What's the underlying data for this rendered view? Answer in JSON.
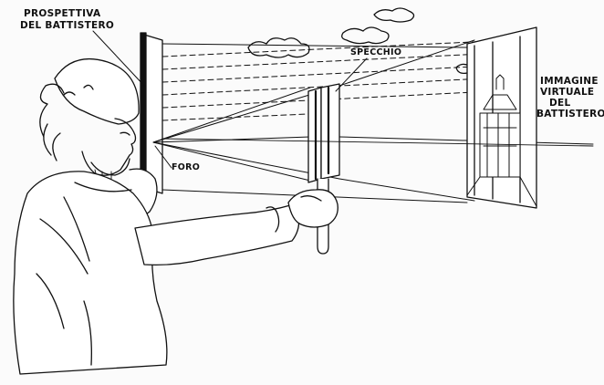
{
  "labels": {
    "prospettiva_line1": "PROSPETTIVA",
    "prospettiva_line2": "DEL BATTISTERO",
    "specchio": "SPECCHIO",
    "foro": "FORO",
    "immagine_line1": "IMMAGINE",
    "immagine_line2": "VIRTUALE",
    "immagine_line3": "DEL",
    "immagine_line4": "BATTISTERO"
  }
}
